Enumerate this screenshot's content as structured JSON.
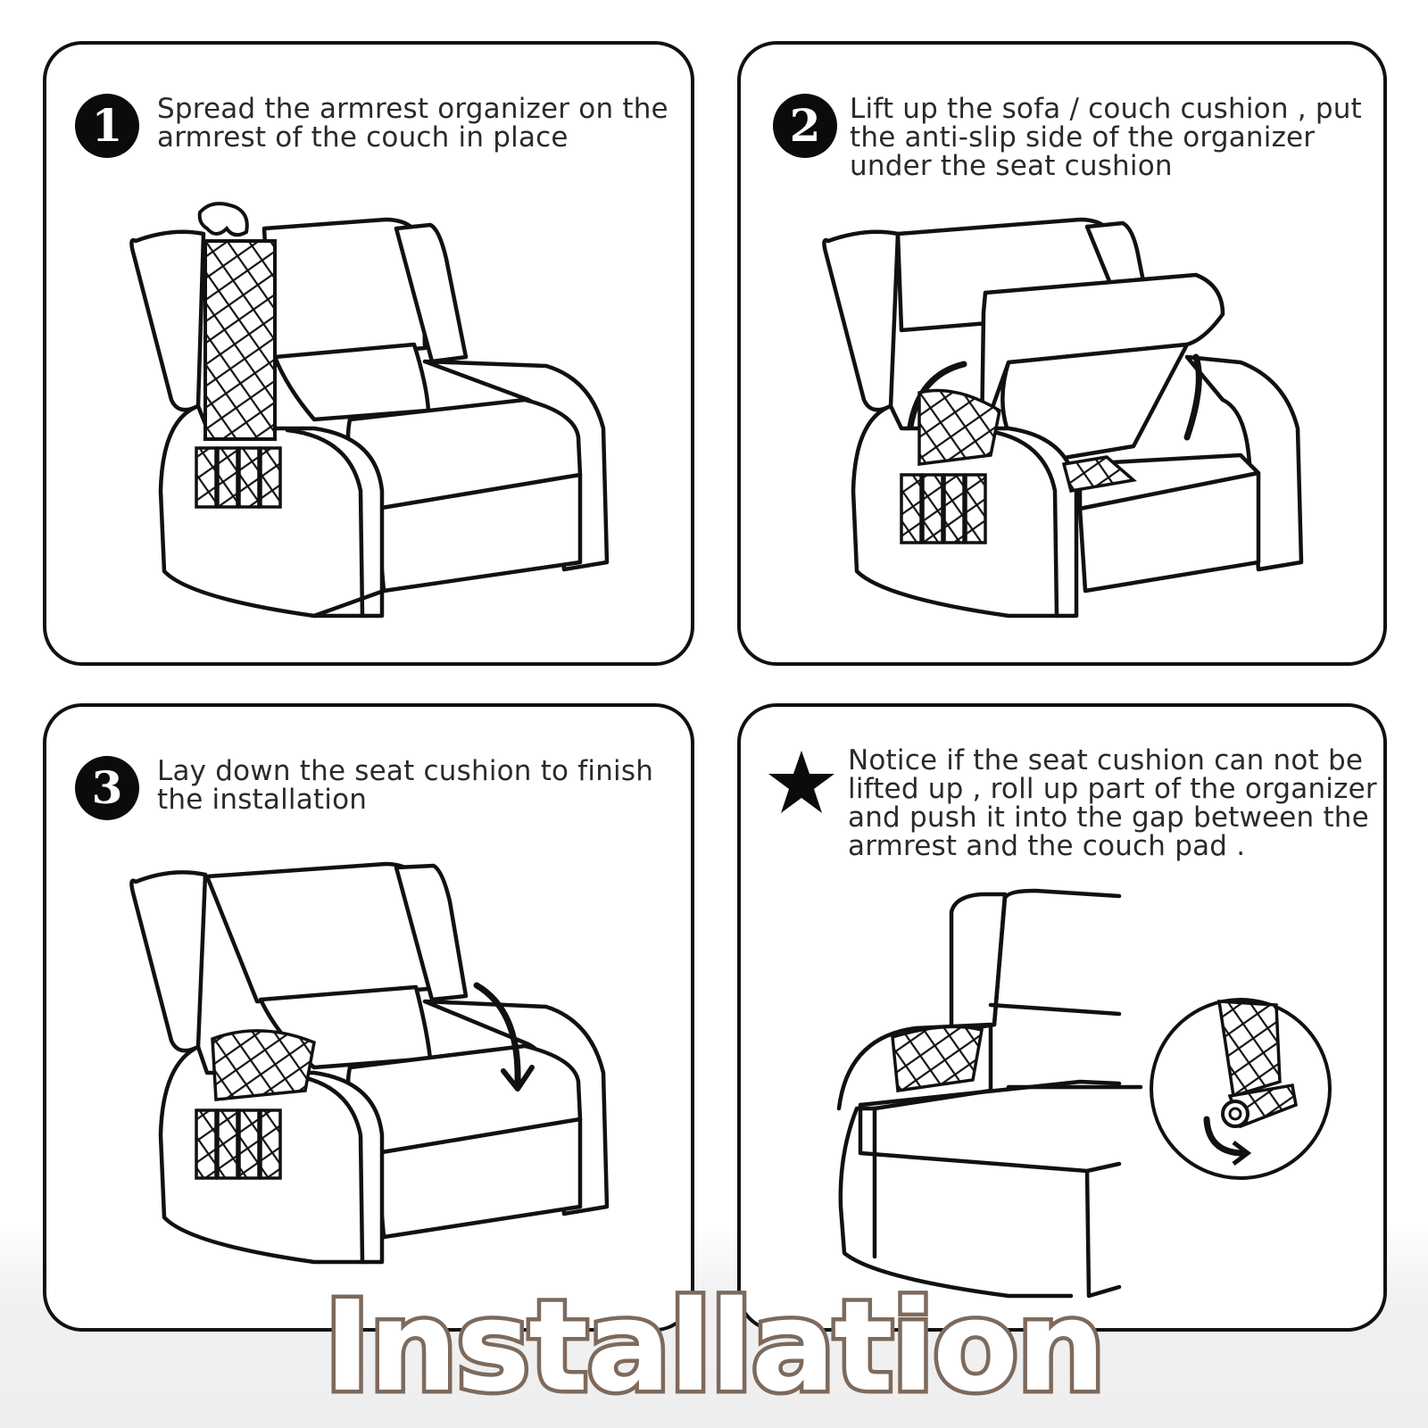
{
  "steps": [
    {
      "badge": "1",
      "text": "Spread the armrest organizer on the armrest of the couch in place"
    },
    {
      "badge": "2",
      "text": "Lift up the sofa / couch cushion , put the anti-slip side of the organizer under the seat cushion"
    },
    {
      "badge": "3",
      "text": "Lay down the seat cushion to finish the installation"
    }
  ],
  "notice": {
    "icon": "star-icon",
    "text": "Notice if the seat cushion can not be lifted up , roll up part of the organizer and push it into the gap between the armrest and the couch pad ."
  },
  "title": "Installation",
  "colors": {
    "line": "#111111",
    "title_fill": "#ffffff",
    "title_outline": "#7d6a5c",
    "background": "#ffffff"
  }
}
